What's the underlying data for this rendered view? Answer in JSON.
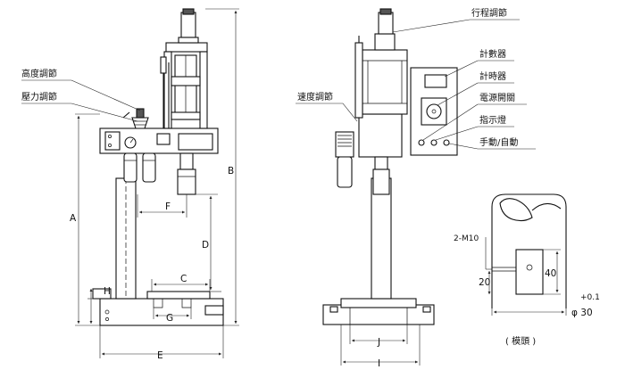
{
  "labels": {
    "height_adjust": "高度調節",
    "pressure_adjust": "壓力調節",
    "stroke_adjust": "行程調節",
    "counter": "計數器",
    "timer": "計時器",
    "speed_adjust": "速度調節",
    "power_switch": "電源開關",
    "indicator_lamp": "指示燈",
    "manual_auto": "手動/自動",
    "mold_head": "( 模頭 )"
  },
  "dimensions": {
    "a": "A",
    "b": "B",
    "c": "C",
    "d": "D",
    "e": "E",
    "f": "F",
    "g": "G",
    "h": "H",
    "i": "I",
    "j": "J"
  },
  "detail": {
    "thread": "2-M10",
    "width": "20",
    "height": "40",
    "tolerance": "+0.1",
    "diameter": "φ 30"
  }
}
